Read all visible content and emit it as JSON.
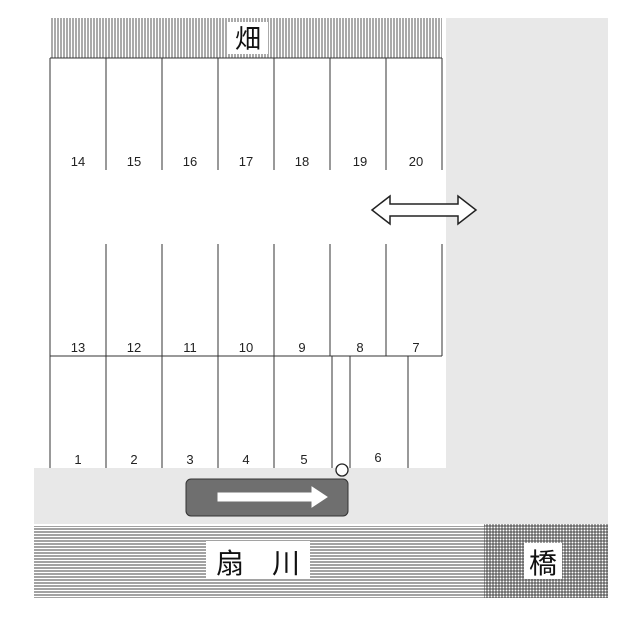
{
  "labels": {
    "field": "畑",
    "river": "扇　川",
    "bridge": "橋"
  },
  "slots": {
    "top_row": [
      "14",
      "15",
      "16",
      "17",
      "18",
      "19",
      "20"
    ],
    "middle_row": [
      "13",
      "12",
      "11",
      "10",
      "9",
      "8",
      "7"
    ],
    "bottom_row": [
      "1",
      "2",
      "3",
      "4",
      "5",
      "6"
    ]
  },
  "colors": {
    "field_hatch": "#555555",
    "road": "#e6e6e6",
    "river_lines": "#444444",
    "arrow_fill": "#6f6f6f",
    "line": "#333333"
  }
}
